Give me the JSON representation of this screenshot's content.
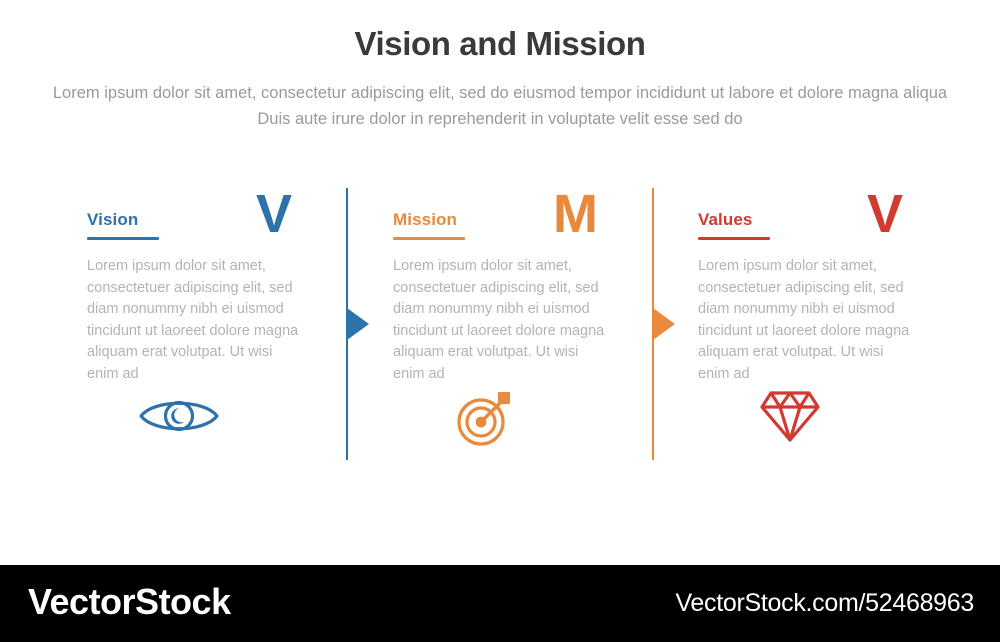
{
  "header": {
    "title": "Vision and Mission",
    "subtitle": "Lorem ipsum dolor sit amet, consectetur adipiscing elit, sed do eiusmod tempor incididunt ut labore et dolore magna aliqua Duis aute irure dolor in reprehenderit in voluptate velit esse sed do"
  },
  "body_text": "Lorem ipsum dolor sit amet, consectetuer adipiscing elit, sed diam nonummy nibh ei uismod tincidunt ut laoreet dolore magna aliquam erat volutpat. Ut wisi enim ad",
  "colors": {
    "blue": "#2E72AB",
    "orange": "#E8893C",
    "red": "#D03A31",
    "title": "#3a3a3a",
    "subtitle": "#9a9a9a",
    "body": "#b3b3b3",
    "background": "#ffffff",
    "footer_background": "#000000",
    "footer_text": "#ffffff"
  },
  "columns": [
    {
      "label": "Vision",
      "letter": "V",
      "color": "#2E72AB",
      "icon": "eye-icon",
      "body": "Lorem ipsum dolor sit amet, consectetuer adipiscing elit, sed diam nonummy nibh ei uismod tincidunt ut laoreet dolore magna aliquam erat volutpat. Ut wisi enim ad"
    },
    {
      "label": "Mission",
      "letter": "M",
      "color": "#E8893C",
      "icon": "target-arrow-icon",
      "body": "Lorem ipsum dolor sit amet, consectetuer adipiscing elit, sed diam nonummy nibh ei uismod tincidunt ut laoreet dolore magna aliquam erat volutpat. Ut wisi enim ad"
    },
    {
      "label": "Values",
      "letter": "V",
      "color": "#D03A31",
      "icon": "diamond-icon",
      "body": "Lorem ipsum dolor sit amet, consectetuer adipiscing elit, sed diam nonummy nibh ei uismod tincidunt ut laoreet dolore magna aliquam erat volutpat. Ut wisi enim ad"
    }
  ],
  "dividers": [
    {
      "color": "#2E72AB",
      "arrow": "triangle-right"
    },
    {
      "color": "#E8893C",
      "arrow": "triangle-right"
    }
  ],
  "footer": {
    "brand": "VectorStock",
    "url": "VectorStock.com/52468963"
  }
}
